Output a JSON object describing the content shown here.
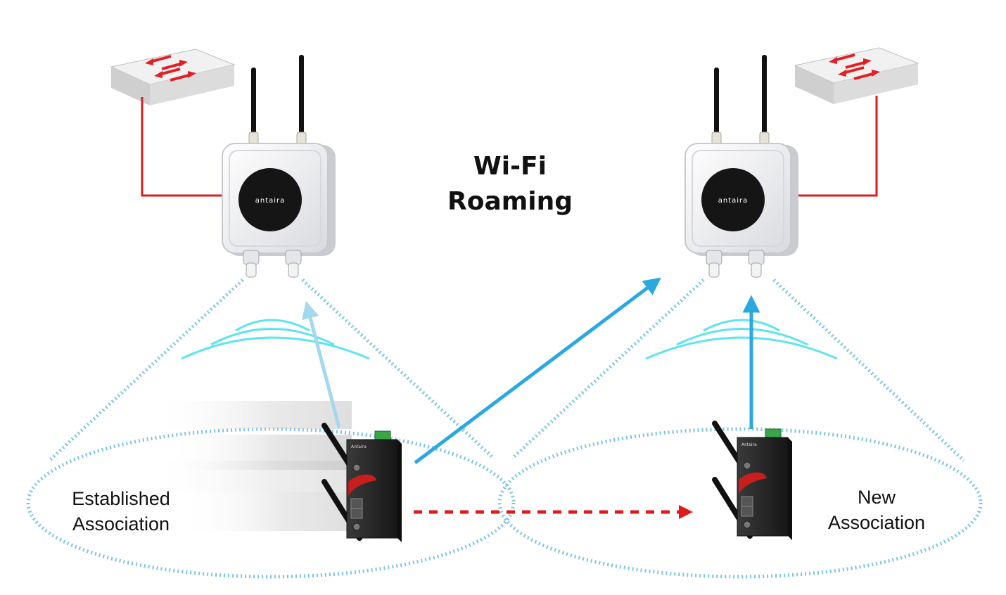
{
  "title": {
    "line1": "Wi-Fi",
    "line2": "Roaming"
  },
  "left_zone": {
    "label_line1": "Established",
    "label_line2": "Association"
  },
  "right_zone": {
    "label_line1": "New",
    "label_line2": "Association"
  },
  "access_points": [
    {
      "logo_text": "antaira"
    },
    {
      "logo_text": "antaira"
    }
  ],
  "client_device": {
    "brand_text": "Antaira"
  },
  "colors": {
    "cable": "#d81e1e",
    "signal_waves": "#5fe4ee",
    "coverage_dots": "#7cc4e4",
    "link_arrow": "#2aa8df",
    "faded_link_arrow": "#a4d8ef",
    "roam_arrow": "#e01b1b",
    "device_body": "#2a2a2a",
    "device_accent": "#c81e1e",
    "ap_body": "#f2f2f4",
    "switch_body": "#e6e6e6"
  },
  "icons": [
    "network-switch-icon",
    "wireless-access-point-icon",
    "wireless-client-device-icon",
    "signal-wave-icon"
  ]
}
